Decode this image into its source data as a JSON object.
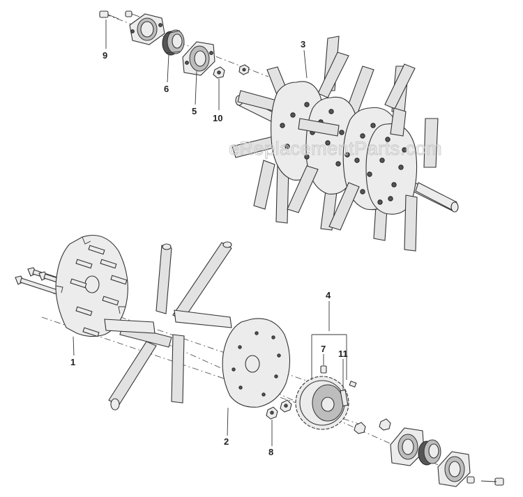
{
  "watermark": "eReplacementParts.com",
  "callouts": {
    "c1": "1",
    "c2": "2",
    "c3": "3",
    "c4": "4",
    "c5": "5",
    "c6": "6",
    "c7": "7",
    "c8": "8",
    "c9": "9",
    "c10": "10",
    "c11": "11"
  }
}
